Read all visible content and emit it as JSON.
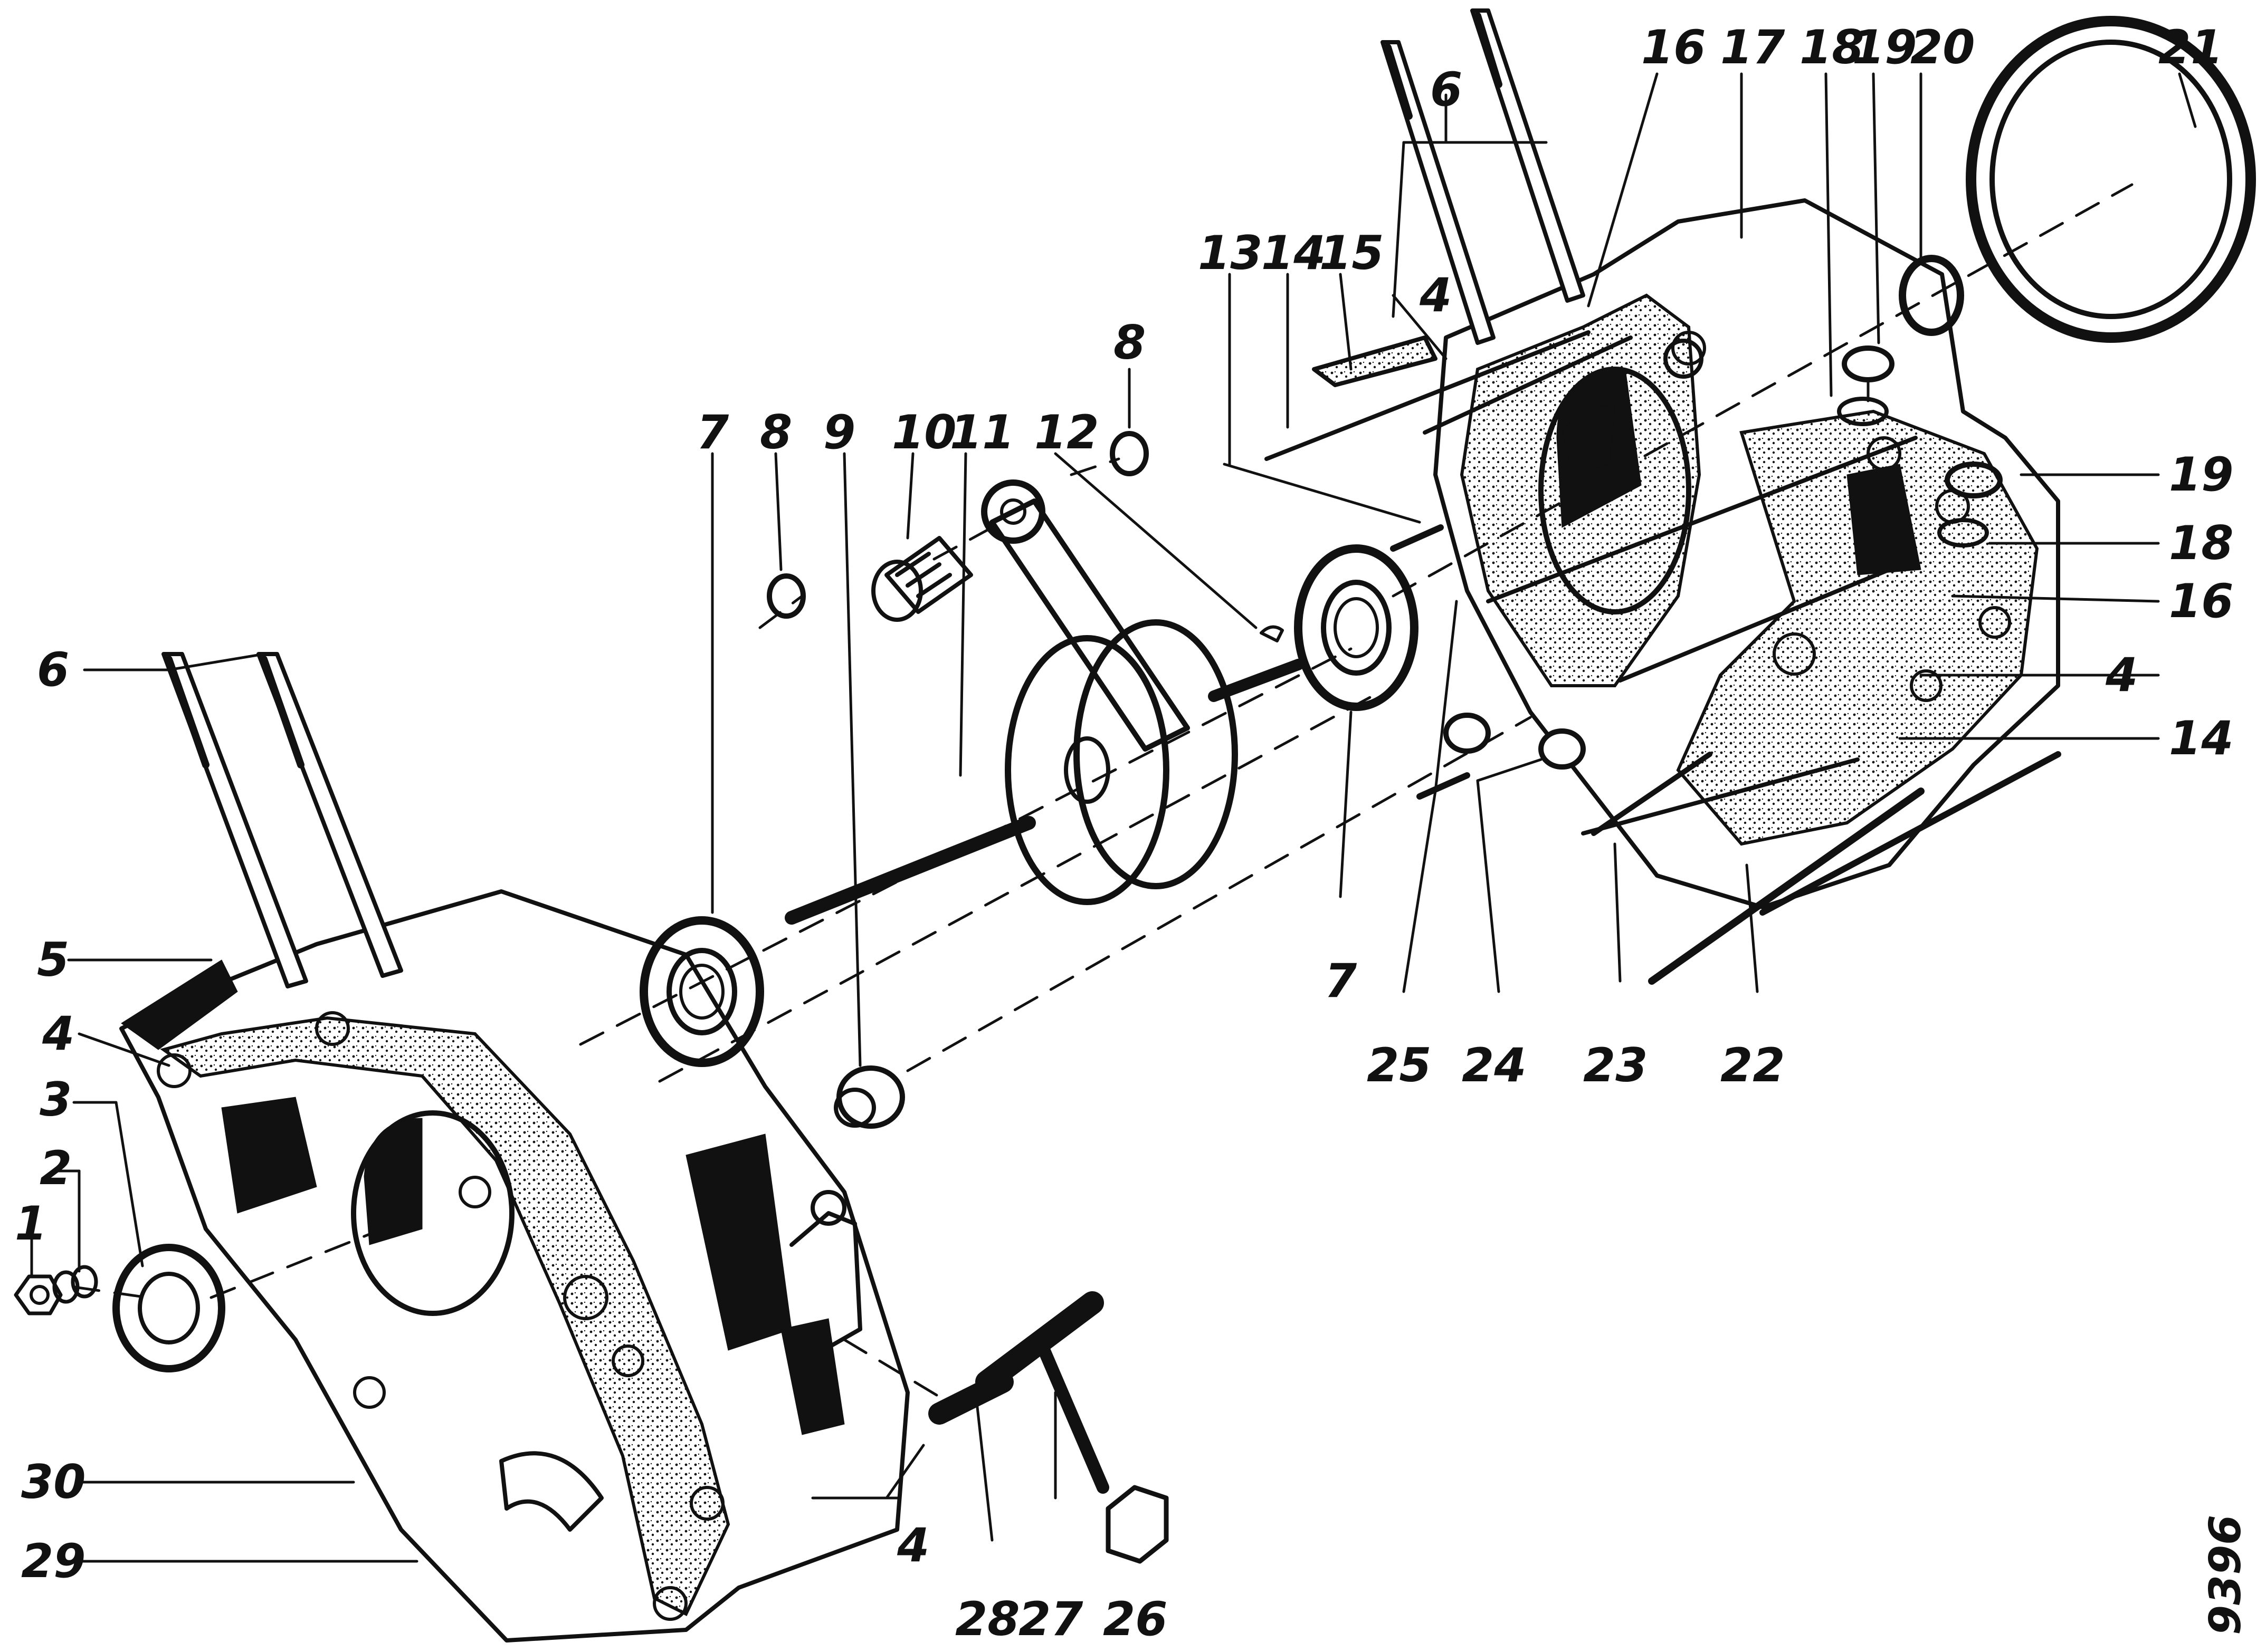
{
  "diagram": {
    "reference_number": "9396",
    "colors": {
      "ink": "#111111",
      "background": "#ffffff"
    },
    "callouts": [
      {
        "id": "c1",
        "text": "1"
      },
      {
        "id": "c2",
        "text": "2"
      },
      {
        "id": "c3",
        "text": "3"
      },
      {
        "id": "c4a",
        "text": "4"
      },
      {
        "id": "c4b",
        "text": "4"
      },
      {
        "id": "c4c",
        "text": "4"
      },
      {
        "id": "c4d",
        "text": "4"
      },
      {
        "id": "c5",
        "text": "5"
      },
      {
        "id": "c6a",
        "text": "6"
      },
      {
        "id": "c6b",
        "text": "6"
      },
      {
        "id": "c7a",
        "text": "7"
      },
      {
        "id": "c7b",
        "text": "7"
      },
      {
        "id": "c8a",
        "text": "8"
      },
      {
        "id": "c8b",
        "text": "8"
      },
      {
        "id": "c9",
        "text": "9"
      },
      {
        "id": "c10",
        "text": "10"
      },
      {
        "id": "c11",
        "text": "11"
      },
      {
        "id": "c12",
        "text": "12"
      },
      {
        "id": "c13",
        "text": "13"
      },
      {
        "id": "c14a",
        "text": "14"
      },
      {
        "id": "c14b",
        "text": "14"
      },
      {
        "id": "c15",
        "text": "15"
      },
      {
        "id": "c16a",
        "text": "16"
      },
      {
        "id": "c16b",
        "text": "16"
      },
      {
        "id": "c17",
        "text": "17"
      },
      {
        "id": "c18a",
        "text": "18"
      },
      {
        "id": "c18b",
        "text": "18"
      },
      {
        "id": "c19a",
        "text": "19"
      },
      {
        "id": "c19b",
        "text": "19"
      },
      {
        "id": "c20",
        "text": "20"
      },
      {
        "id": "c21",
        "text": "21"
      },
      {
        "id": "c22",
        "text": "22"
      },
      {
        "id": "c23",
        "text": "23"
      },
      {
        "id": "c24",
        "text": "24"
      },
      {
        "id": "c25",
        "text": "25"
      },
      {
        "id": "c26",
        "text": "26"
      },
      {
        "id": "c27",
        "text": "27"
      },
      {
        "id": "c28",
        "text": "28"
      },
      {
        "id": "c29",
        "text": "29"
      },
      {
        "id": "c30",
        "text": "30"
      }
    ]
  }
}
